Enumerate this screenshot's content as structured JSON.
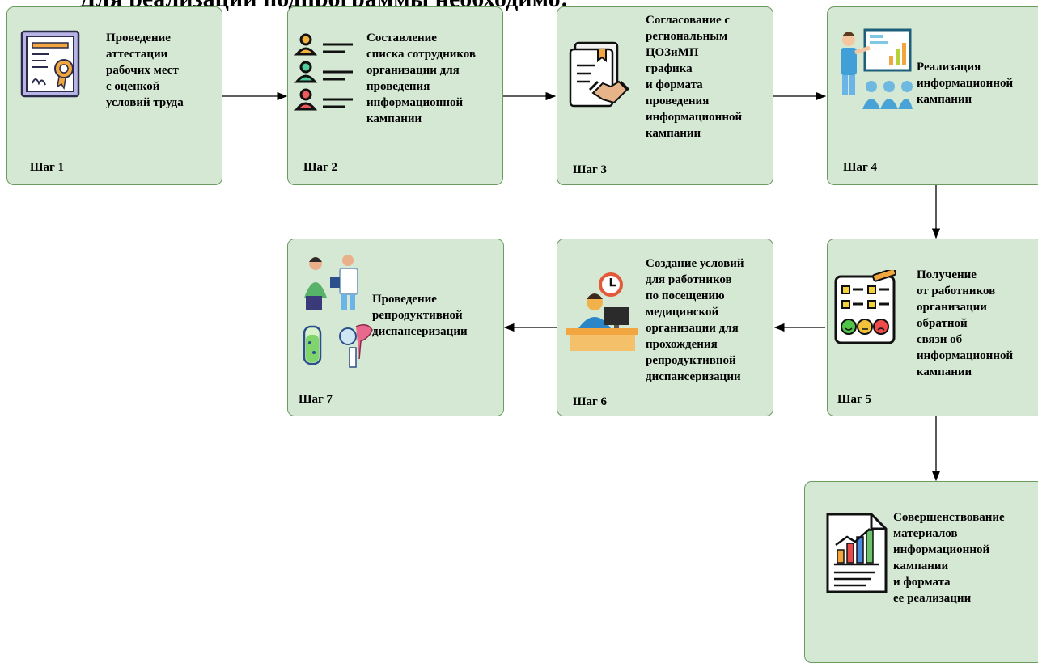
{
  "heading": "Для реализации подпрограммы необходимо:",
  "steps": [
    {
      "label": "Шаг 1",
      "text": "Проведение\nаттестации\nрабочих мест\nс оценкой\nусловий труда",
      "icon": "certificate-icon"
    },
    {
      "label": "Шаг 2",
      "text": "Составление\nсписка сотрудников\nорганизации для\nпроведения\nинформационной\nкампании",
      "icon": "employee-list-icon"
    },
    {
      "label": "Шаг 3",
      "text": "Согласование с\nрегиональным\nЦОЗиМП\nграфика\nи формата\nпроведения\nинформационной\nкампании",
      "icon": "agreement-handshake-icon"
    },
    {
      "label": "Шаг 4",
      "text": "Реализация\nинформационной\nкампании",
      "icon": "presentation-icon"
    },
    {
      "label": "Шаг 5",
      "text": "Получение\nот работников\nорганизации\nобратной\nсвязи об\nинформационной\nкампании",
      "icon": "feedback-survey-icon"
    },
    {
      "label": "Шаг 6",
      "text": "Создание условий\nдля работников\nпо посещению\nмедицинской\nорганизации для\nпрохождения\nрепродуктивной\nдиспансеризации",
      "icon": "office-worker-clock-icon"
    },
    {
      "label": "Шаг 7",
      "text": "Проведение\nрепродуктивной\nдиспансеризации",
      "icon": "medical-exam-icon"
    }
  ],
  "final": {
    "text": "Совершенствование\nматериалов\nинформационной\nкампании\nи формата\nее реализации",
    "icon": "report-chart-icon"
  },
  "colors": {
    "box_fill": "#d5e8d4",
    "box_border": "#6a9b5f",
    "arrow": "#000000"
  }
}
